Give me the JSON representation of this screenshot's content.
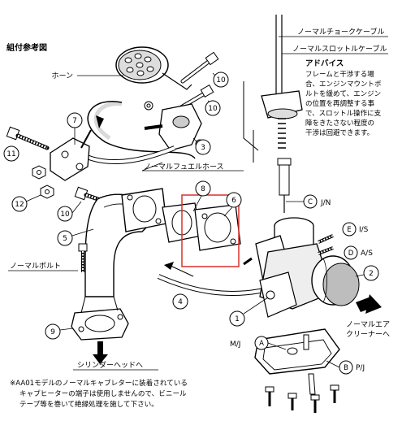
{
  "title": "組付参考図",
  "labels": {
    "horn": "ホーン",
    "choke_cable": "ノーマルチョークケーブル",
    "throttle_cable": "ノーマルスロットルケーブル",
    "fuel_hose": "ノーマルフュエルホース",
    "normal_bolt": "ノーマルボルト",
    "jn": "J/N",
    "is": "I/S",
    "as": "A/S",
    "air_cleaner_1": "ノーマルエア",
    "air_cleaner_2": "クリーナーへ",
    "to_cylinder_head": "シリンダーヘッドへ",
    "mj": "M/J",
    "pj": "P/J"
  },
  "advice": {
    "heading": "アドバイス",
    "lines": [
      "フレームと干渉する場",
      "合、エンジンマウントボ",
      "ルトを緩めて、エンジン",
      "の位置を再調整する事",
      "で、スロットル操作に支",
      "障をきたさない程度の",
      "干渉は回避できます。"
    ]
  },
  "part_numbers": {
    "p1": "1",
    "p2": "2",
    "p3": "3",
    "p4": "4",
    "p5": "5",
    "p6": "6",
    "p7": "7",
    "p8": "8",
    "p9": "9",
    "p10a": "10",
    "p10b": "10",
    "p10c": "10",
    "p11": "11",
    "p12": "12"
  },
  "letter_markers": {
    "a": "A",
    "b": "B",
    "c": "C",
    "d": "D",
    "e": "E"
  },
  "note_lines": [
    "※AA01モデルのノーマルキャブレターに装着されている",
    "キャブヒーターの端子は使用しませんので、ビニール",
    "テープ等を巻いて絶縁処理を施して下さい。"
  ],
  "colors": {
    "highlight": "#d9302c",
    "ink": "#000000",
    "shade": "#bdbdbd"
  }
}
